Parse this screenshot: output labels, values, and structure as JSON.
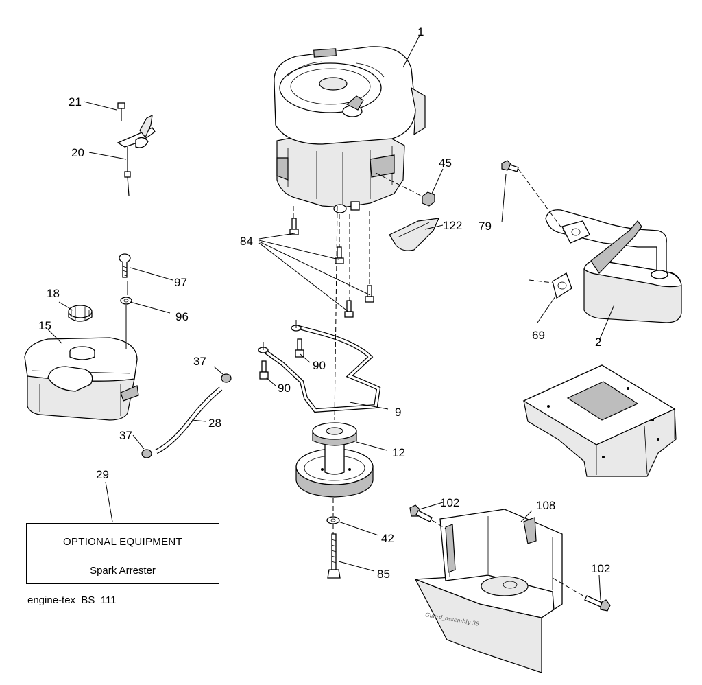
{
  "callouts": {
    "p1": "1",
    "p2": "2",
    "p9": "9",
    "p12": "12",
    "p15": "15",
    "p18": "18",
    "p20": "20",
    "p21": "21",
    "p28": "28",
    "p29": "29",
    "p37a": "37",
    "p37b": "37",
    "p42": "42",
    "p45": "45",
    "p69": "69",
    "p79": "79",
    "p84": "84",
    "p85": "85",
    "p90a": "90",
    "p90b": "90",
    "p96": "96",
    "p97": "97",
    "p102a": "102",
    "p102b": "102",
    "p108": "108",
    "p122": "122"
  },
  "optional_box": {
    "title": "OPTIONAL EQUIPMENT",
    "subtitle": "Spark Arrester"
  },
  "guard_stamp": "Guard_assembly 38",
  "caption": "engine-tex_BS_111"
}
